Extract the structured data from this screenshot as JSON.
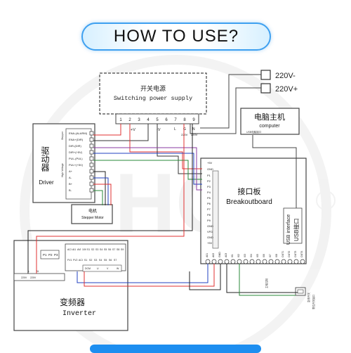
{
  "header": {
    "title": "HOW TO USE?"
  },
  "power": {
    "ac_minus": "220V-",
    "ac_plus": "220V+"
  },
  "switching_supply": {
    "title_cn": "开关电源",
    "title_en": "Switching power supply",
    "terminals": [
      "1",
      "2",
      "3",
      "4",
      "5",
      "6",
      "7",
      "8",
      "9"
    ],
    "label_plus_v": "+V",
    "label_minus_v": "-V",
    "label_g": "G",
    "label_l": "L",
    "label_n": "N",
    "label_220v": "220V",
    "label_220v2": "220V"
  },
  "computer": {
    "title_cn": "电脑主机",
    "title_en": "computer",
    "port_label": "USB电脑接口"
  },
  "driver": {
    "title_cn": "驱动器",
    "title_en": "Driver",
    "side_top": "Stepper",
    "side_bottom": "High Voltage",
    "pins": [
      "ENA-(ALARM)",
      "ENA+(DIR)",
      "DIR-(DIR)",
      "DIR+(+5V)",
      "PUL-(PUL)",
      "PUL+(+5V)",
      "A+",
      "A-",
      "B+",
      "B-"
    ]
  },
  "motor": {
    "title_cn": "电机",
    "title_en": "Stepper Motor"
  },
  "breakout": {
    "title_cn": "接口板",
    "title_en": "Breakoutboard",
    "usb_en": "USB interface",
    "usb_cn": "USB接口",
    "left_pins": [
      "+5V",
      "GND",
      "P1",
      "P2",
      "P3",
      "P4",
      "P5",
      "P6",
      "P7",
      "P8",
      "P9",
      "GND",
      "VFD",
      "GND",
      "+5V"
    ],
    "bottom_pins": [
      "A01",
      "A02",
      "GND",
      "A03",
      "I01",
      "I02",
      "I03",
      "I04",
      "I05",
      "I06",
      "I07",
      "I08",
      "OUT1",
      "OUT2",
      "OUT3",
      "OUT4"
    ],
    "side_label": "主轴控制",
    "estop_label": "急停开关",
    "estop_label2": "限位开关接口"
  },
  "inverter": {
    "title_cn": "变频器",
    "title_en": "Inverter",
    "top_row": [
      "P1",
      "P2",
      "P3"
    ],
    "row1": [
      "ACI",
      "AI1",
      "AVI",
      "10V",
      "S1",
      "S2",
      "S3",
      "S4",
      "S5",
      "S6",
      "S7",
      "S8",
      "S9"
    ],
    "row2": [
      "FV1",
      "FV2",
      "ACI",
      "S1",
      "S2",
      "S3",
      "S4",
      "S5",
      "S6",
      "S7"
    ],
    "row3": [
      "DCM",
      "U",
      "V",
      "W"
    ],
    "input_labels": [
      "220V",
      "220V"
    ],
    "l_label": "L",
    "n_label": "N"
  }
}
